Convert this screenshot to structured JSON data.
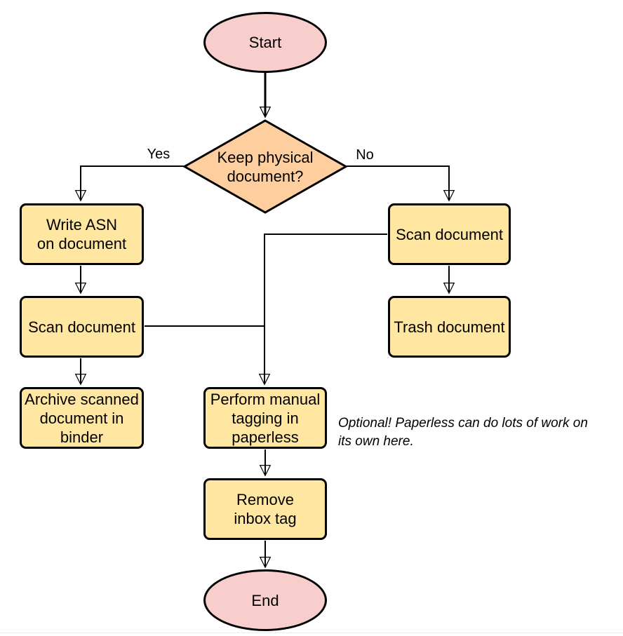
{
  "diagram": {
    "nodes": {
      "start": {
        "label": "Start"
      },
      "decision": {
        "label": "Keep physical\ndocument?"
      },
      "write_asn": {
        "label": "Write ASN\non document"
      },
      "scan_left": {
        "label": "Scan document"
      },
      "archive": {
        "label": "Archive scanned\ndocument in\nbinder"
      },
      "scan_right": {
        "label": "Scan document"
      },
      "trash": {
        "label": "Trash document"
      },
      "tagging": {
        "label": "Perform manual\ntagging in\npaperless"
      },
      "remove_inbox": {
        "label": "Remove\ninbox tag"
      },
      "end": {
        "label": "End"
      }
    },
    "edge_labels": {
      "yes": "Yes",
      "no": "No"
    },
    "annotation": "Optional! Paperless can do lots of work on\nits own here.",
    "colors": {
      "terminal_fill": "#f8cecc",
      "decision_fill": "#ffce9f",
      "process_fill": "#ffe6a1",
      "stroke": "#000000",
      "background": "#ffffff"
    }
  }
}
